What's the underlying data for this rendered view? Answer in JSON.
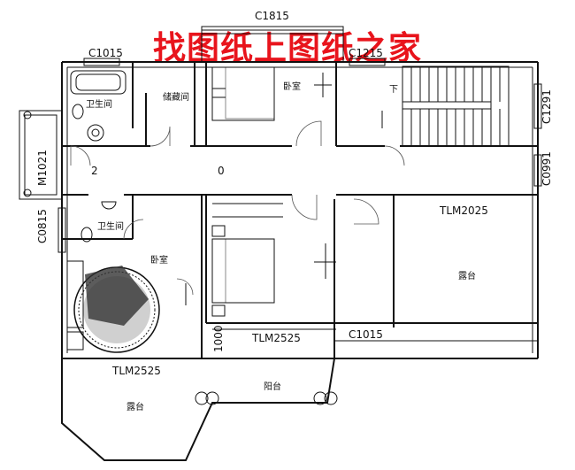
{
  "watermark": "找图纸上图纸之家",
  "labels": {
    "c1815": "C1815",
    "c1015_top": "C1015",
    "c1215": "C1215",
    "c1291": "C1291",
    "c0991": "C0991",
    "m1021": "M1021",
    "c0815": "C0815",
    "tlm2025": "TLM2025",
    "tlm2525_mid": "TLM2525",
    "c1015_mid": "C1015",
    "tlm2525_bottom": "TLM2525",
    "dim_1000": "1000",
    "num_2": "2",
    "num_0": "0",
    "stair_down": "下"
  },
  "rooms": {
    "bathroom_top": "卫生间",
    "storage": "储藏间",
    "bedroom_top": "卧室",
    "bathroom_bottom": "卫生间",
    "bedroom_left": "卧室",
    "terrace_right": "露台",
    "balcony": "阳台",
    "terrace_left": "露台"
  }
}
